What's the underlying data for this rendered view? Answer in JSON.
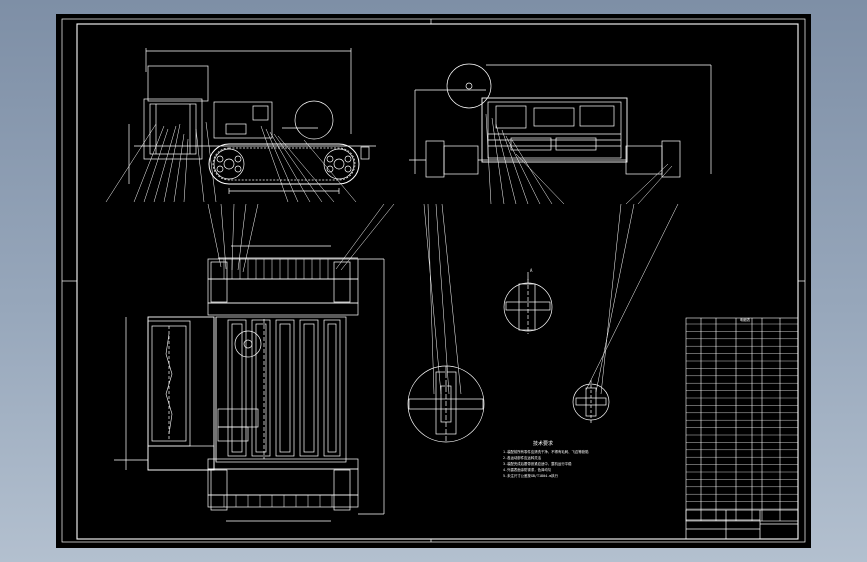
{
  "notes": {
    "heading": "技术要求",
    "lines": [
      "1.装配前所有零件应清洗干净，不得有毛刺、飞边等缺陷",
      "2.各运动部件应运转灵活",
      "3.装配完成后履带张紧应适中，整机运行平稳",
      "4.外露表面涂防锈漆，色泽均匀",
      "5.未注尺寸公差按GB/T1804-m执行"
    ]
  },
  "section_label": "A",
  "parts_table": {
    "header": "明细表"
  },
  "title_block": {
    "drawing_title": ""
  }
}
